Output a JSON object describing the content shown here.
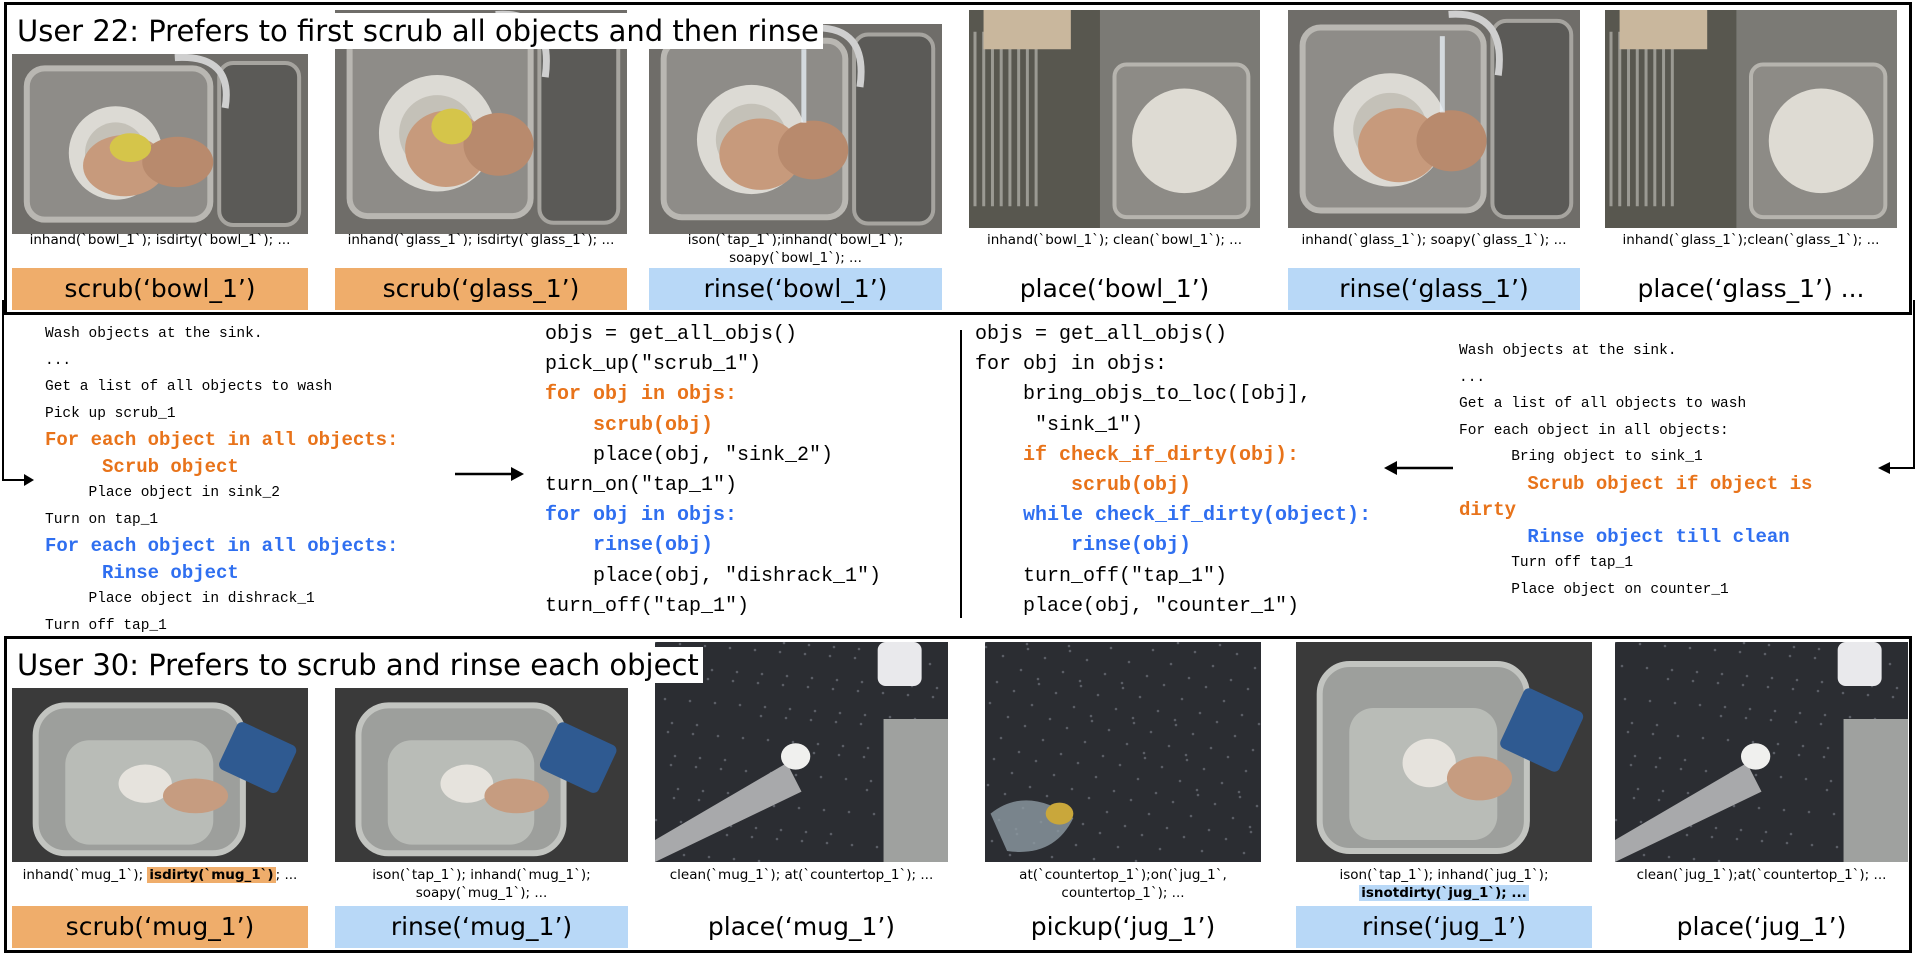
{
  "top": {
    "title": "User 22: Prefers to first scrub all objects and then rinse",
    "frames": [
      {
        "caption": [
          "inhand(`bowl_1`); isdirty(`bowl_1`); ..."
        ],
        "action": "scrub(‘bowl_1’)",
        "color": "orange",
        "scene": "sink-scrub"
      },
      {
        "caption": [
          "inhand(`glass_1`); isdirty(`glass_1`); ..."
        ],
        "action": "scrub(‘glass_1’)",
        "color": "orange",
        "scene": "sink-scrub"
      },
      {
        "caption": [
          "ison(`tap_1`);inhand(`bowl_1`);",
          "soapy(`bowl_1`); ..."
        ],
        "action": "rinse(‘bowl_1’)",
        "color": "blue",
        "scene": "sink-rinse"
      },
      {
        "caption": [
          "inhand(`bowl_1`); clean(`bowl_1`); ..."
        ],
        "action": "place(‘bowl_1’)",
        "color": "none",
        "scene": "dishrack"
      },
      {
        "caption": [
          "inhand(`glass_1`); soapy(`glass_1`); ..."
        ],
        "action": "rinse(‘glass_1’)",
        "color": "blue",
        "scene": "sink-rinse"
      },
      {
        "caption": [
          "inhand(`glass_1`);clean(`glass_1`); ..."
        ],
        "action": "place(‘glass_1’) ...",
        "color": "none",
        "scene": "dishrack"
      }
    ]
  },
  "middle": {
    "left_nl": [
      {
        "text": "Wash objects at the sink.",
        "style": "plain"
      },
      {
        "text": "...",
        "style": "plain"
      },
      {
        "text": "Get a list of all objects to wash",
        "style": "plain"
      },
      {
        "text": "Pick up scrub_1",
        "style": "plain"
      },
      {
        "text": "For each object in all objects:",
        "style": "orange"
      },
      {
        "text": "     Scrub object",
        "style": "orange"
      },
      {
        "text": "     Place object in sink_2",
        "style": "plain"
      },
      {
        "text": "Turn on tap_1",
        "style": "plain"
      },
      {
        "text": "For each object in all objects:",
        "style": "blue"
      },
      {
        "text": "     Rinse object",
        "style": "blue"
      },
      {
        "text": "     Place object in dishrack_1",
        "style": "plain"
      },
      {
        "text": "Turn off tap_1",
        "style": "plain"
      }
    ],
    "left_code": [
      {
        "text": "objs = get_all_objs()",
        "style": "plain"
      },
      {
        "text": "pick_up(\"scrub_1\")",
        "style": "plain"
      },
      {
        "text": "for obj in objs:",
        "style": "orange"
      },
      {
        "text": "    scrub(obj)",
        "style": "orange"
      },
      {
        "text": "    place(obj, \"sink_2\")",
        "style": "plain"
      },
      {
        "text": "turn_on(\"tap_1\")",
        "style": "plain"
      },
      {
        "text": "for obj in objs:",
        "style": "blue"
      },
      {
        "text": "    rinse(obj)",
        "style": "blue"
      },
      {
        "text": "    place(obj, \"dishrack_1\")",
        "style": "plain"
      },
      {
        "text": "turn_off(\"tap_1\")",
        "style": "plain"
      }
    ],
    "right_code": [
      {
        "text": "objs = get_all_objs()",
        "style": "plain"
      },
      {
        "text": "for obj in objs:",
        "style": "plain"
      },
      {
        "text": "    bring_objs_to_loc([obj],",
        "style": "plain"
      },
      {
        "text": "     \"sink_1\")",
        "style": "plain"
      },
      {
        "text": "    if check_if_dirty(obj):",
        "style": "orange"
      },
      {
        "text": "        scrub(obj)",
        "style": "orange"
      },
      {
        "text": "    while check_if_dirty(object):",
        "style": "blue"
      },
      {
        "text": "        rinse(obj)",
        "style": "blue"
      },
      {
        "text": "    turn_off(\"tap_1\")",
        "style": "plain"
      },
      {
        "text": "    place(obj, \"counter_1\")",
        "style": "plain"
      }
    ],
    "right_nl": [
      {
        "text": "Wash objects at the sink.",
        "style": "plain"
      },
      {
        "text": "...",
        "style": "plain"
      },
      {
        "text": "Get a list of all objects to wash",
        "style": "plain"
      },
      {
        "text": "For each object in all objects:",
        "style": "plain"
      },
      {
        "text": "      Bring object to sink_1",
        "style": "plain"
      },
      {
        "text": "      Scrub object if object is",
        "style": "orange"
      },
      {
        "text": "dirty",
        "style": "orange"
      },
      {
        "text": "      Rinse object till clean",
        "style": "blue"
      },
      {
        "text": "      Turn off tap_1",
        "style": "plain"
      },
      {
        "text": "      Place object on counter_1",
        "style": "plain"
      }
    ]
  },
  "bottom": {
    "title": "User 30: Prefers to scrub and rinse each object",
    "frames": [
      {
        "caption_parts": [
          [
            "inhand(`mug_1`); ",
            "plain"
          ],
          [
            "isdirty(`mug_1`)",
            "orange"
          ],
          [
            "; ...",
            "plain"
          ]
        ],
        "caption2": "",
        "action": "scrub(‘mug_1’)",
        "color": "orange",
        "scene": "grey-sink"
      },
      {
        "caption_parts": [
          [
            "ison(`tap_1`); inhand(`mug_1`);",
            "plain"
          ]
        ],
        "caption2": "soapy(`mug_1`); ...",
        "action": "rinse(‘mug_1’)",
        "color": "blue",
        "scene": "grey-sink"
      },
      {
        "caption_parts": [
          [
            "clean(`mug_1`); at(`countertop_1`); ...",
            "plain"
          ]
        ],
        "caption2": "",
        "action": "place(‘mug_1’)",
        "color": "none",
        "scene": "counter"
      },
      {
        "caption_parts": [
          [
            "at(`countertop_1`);on(`jug_1`,",
            "plain"
          ]
        ],
        "caption2": "countertop_1`); ...",
        "action": "pickup(‘jug_1’)",
        "color": "none",
        "scene": "counter-close"
      },
      {
        "caption_parts": [
          [
            "ison(`tap_1`); inhand(`jug_1`);",
            "plain"
          ]
        ],
        "caption2_parts": [
          [
            "isnotdirty(`jug_1`); ...",
            "blue"
          ]
        ],
        "action": "rinse(‘jug_1’)",
        "color": "blue",
        "scene": "grey-sink"
      },
      {
        "caption_parts": [
          [
            "clean(`jug_1`);at(`countertop_1`); ...",
            "plain"
          ]
        ],
        "caption2": "",
        "action": "place(‘jug_1’)",
        "color": "none",
        "scene": "counter"
      }
    ]
  },
  "colors": {
    "orange_fill": "#efad6b",
    "blue_fill": "#b8d8f7",
    "orange_text": "#e8731a",
    "blue_text": "#2f6ff0"
  }
}
